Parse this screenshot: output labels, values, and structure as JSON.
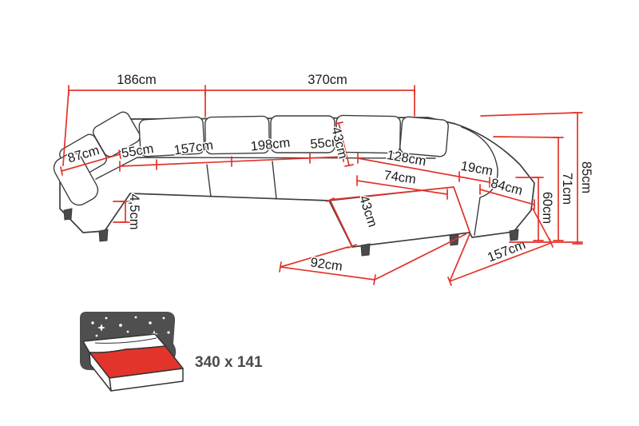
{
  "diagram": {
    "type": "corner-sofa-dimension-drawing",
    "colors": {
      "dimension_red": "#e3342b",
      "drawing_outline": "#3d3d3d",
      "label_text": "#1a1a1a",
      "icon_panel_gray": "#4f4f4f"
    },
    "dims": {
      "d186": "186cm",
      "d370": "370cm",
      "d87": "87cm",
      "d55a": "55cm",
      "d157a": "157cm",
      "d198": "198cm",
      "d55b": "55cm",
      "d43a": "43cm",
      "d128": "128cm",
      "d19": "19cm",
      "d84": "84cm",
      "d74": "74cm",
      "d43b": "43cm",
      "d45": "4,5cm",
      "d60": "60cm",
      "d71": "71cm",
      "d85": "85cm",
      "d92": "92cm",
      "d157b": "157cm"
    },
    "sleeping_function": {
      "size_label": "340 x 141"
    }
  }
}
